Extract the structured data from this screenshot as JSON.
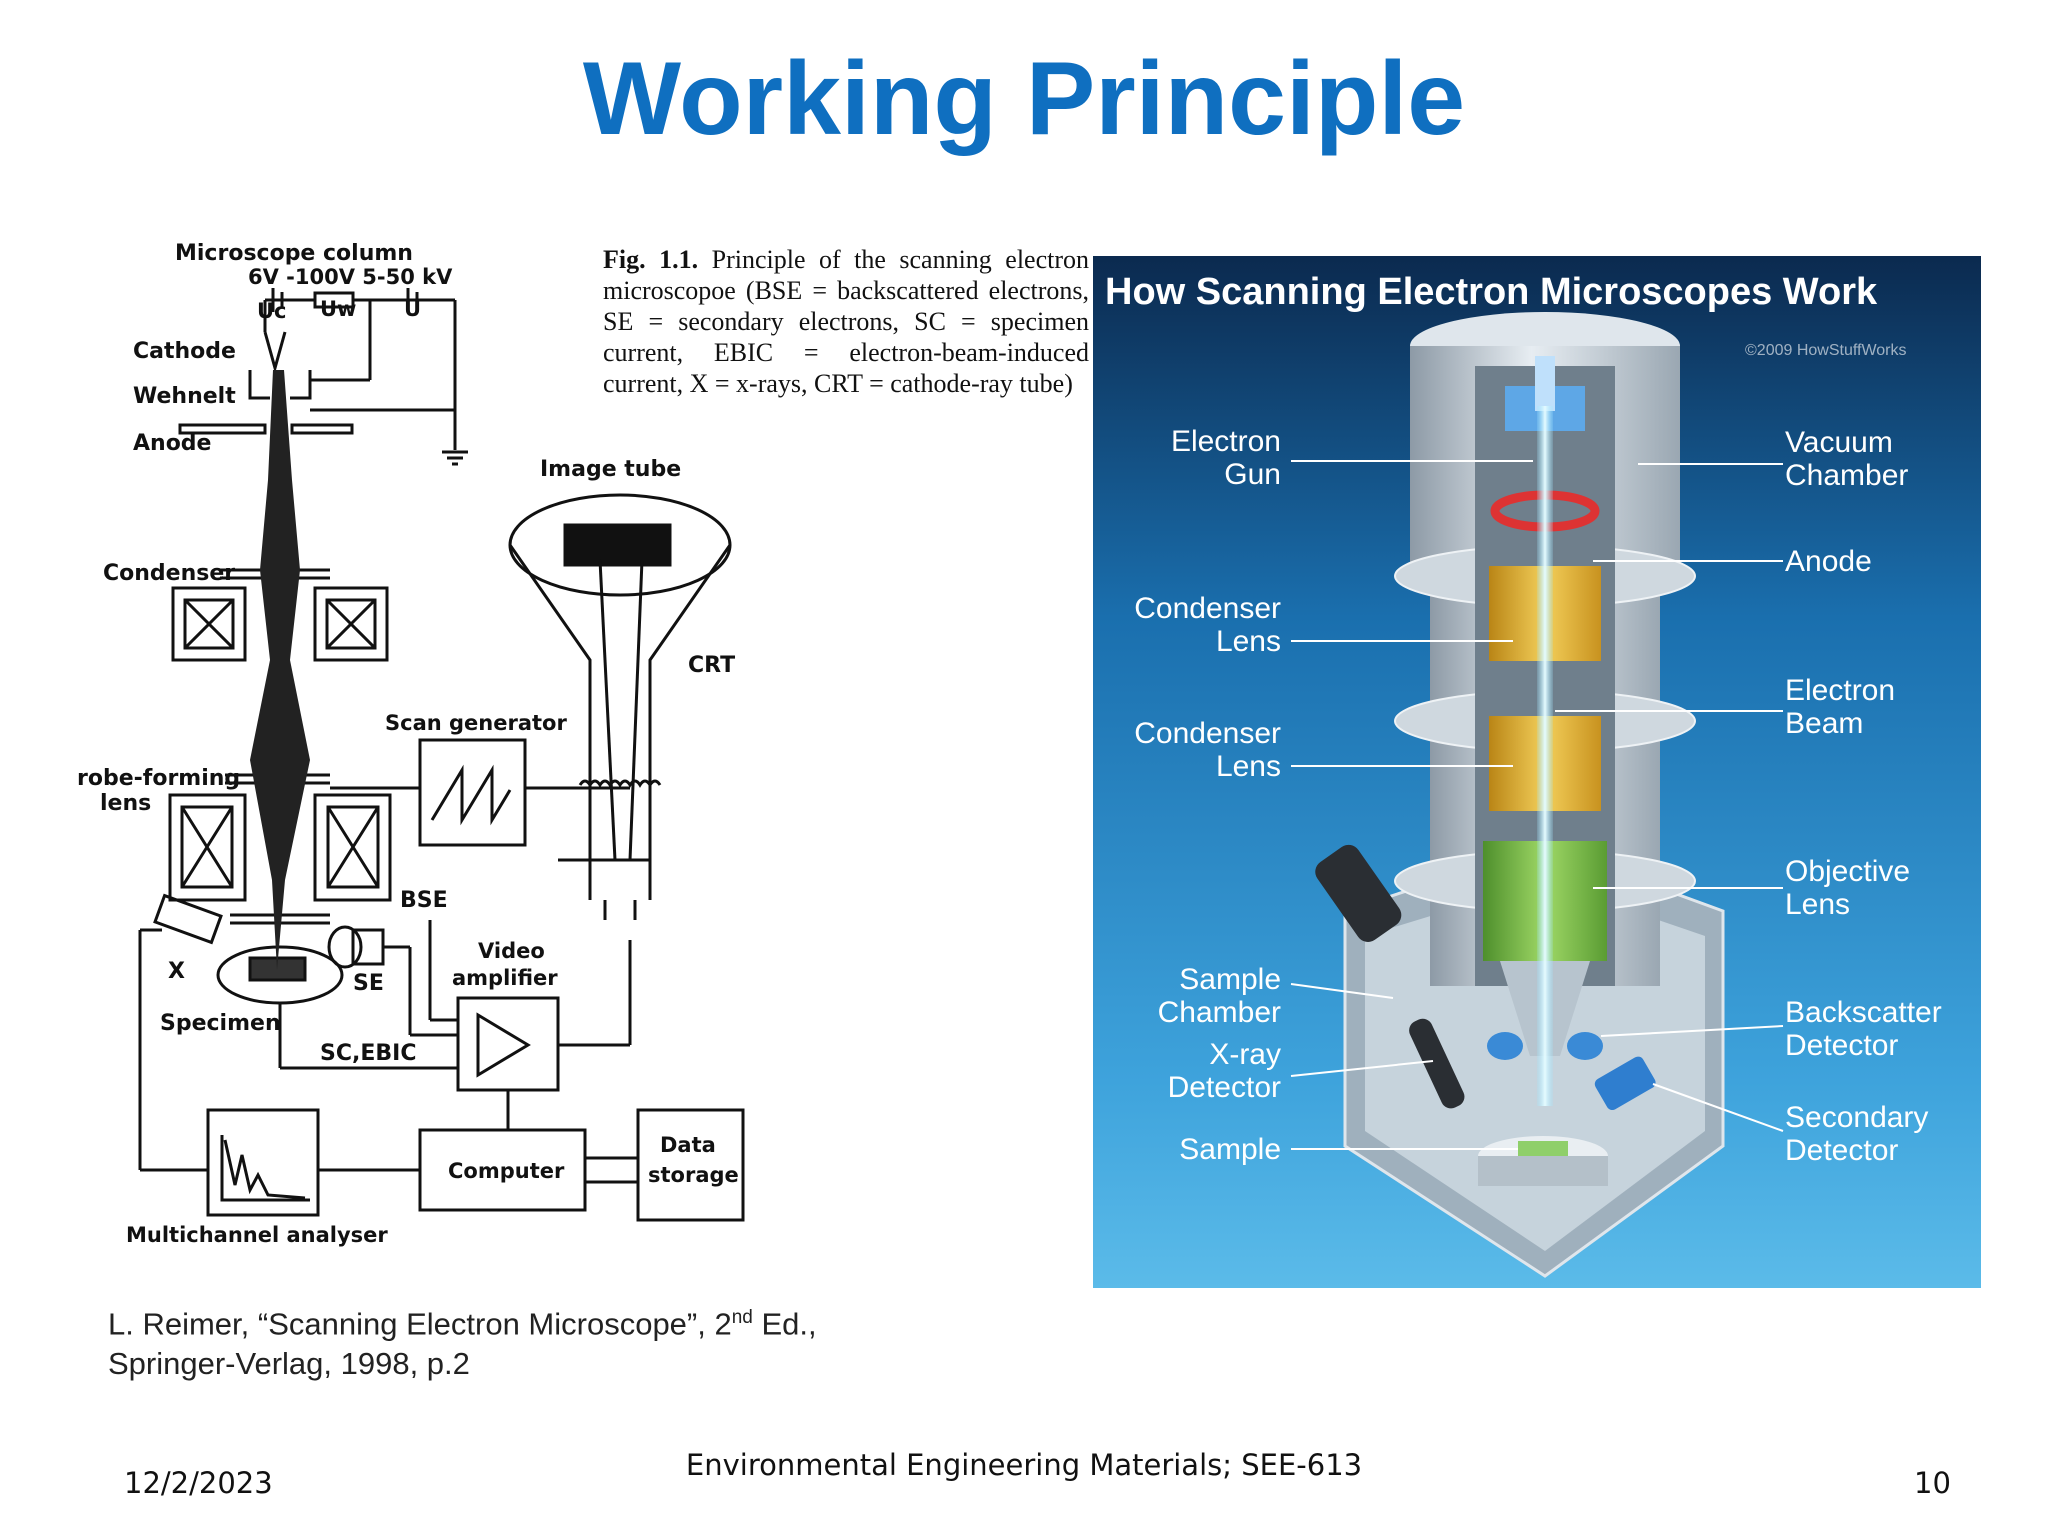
{
  "slide": {
    "title": "Working Principle",
    "footer_center": "Environmental Engineering Materials; SEE-613",
    "date": "12/2/2023",
    "page_number": "10"
  },
  "schematic": {
    "labels": {
      "microscope_column": "Microscope column",
      "voltages": "6V  -100V  5-50 kV",
      "uc": "Uc",
      "uw": "Uw",
      "u": "U",
      "cathode": "Cathode",
      "wehnelt": "Wehnelt",
      "anode": "Anode",
      "condenser": "Condenser",
      "probe_forming_lens_1": "robe-forming",
      "probe_forming_lens_2": "lens",
      "image_tube": "Image tube",
      "crt": "CRT",
      "scan_generator": "Scan generator",
      "bse": "BSE",
      "x": "X",
      "se": "SE",
      "specimen": "Specimen",
      "video_amplifier_1": "Video",
      "video_amplifier_2": "amplifier",
      "sc_ebic": "SC,EBIC",
      "computer": "Computer",
      "data_storage_1": "Data",
      "data_storage_2": "storage",
      "multichannel_analyser": "Multichannel analyser"
    },
    "caption_prefix": "Fig. 1.1.",
    "caption_text": "Principle of the scanning electron microscopoe (BSE = backscattered electrons, SE = secondary electrons, SC = specimen current, EBIC = electron-beam-induced current, X = x-rays, CRT = cathode-ray tube)"
  },
  "citation": {
    "line1_before_sup": "L. Reimer, “Scanning Electron Microscope”, 2",
    "line1_sup": "nd",
    "line1_after_sup": " Ed.,",
    "line2": "Springer-Verlag, 1998, p.2"
  },
  "panel": {
    "title": "How Scanning Electron Microscopes Work",
    "copyright": "©2009 HowStuffWorks",
    "colors": {
      "background_top": "#0b2a4f",
      "background_mid": "#1a78b8",
      "background_low": "#4fb0e4",
      "lens_yellow": "#e8b63a",
      "lens_green": "#7cc34a",
      "housing": "#c9d2da"
    },
    "left_labels": {
      "electron_gun_1": "Electron",
      "electron_gun_2": "Gun",
      "condenser_lens_a_1": "Condenser",
      "condenser_lens_a_2": "Lens",
      "condenser_lens_b_1": "Condenser",
      "condenser_lens_b_2": "Lens",
      "sample_chamber_1": "Sample",
      "sample_chamber_2": "Chamber",
      "xray_detector_1": "X-ray",
      "xray_detector_2": "Detector",
      "sample": "Sample"
    },
    "right_labels": {
      "vacuum_chamber_1": "Vacuum",
      "vacuum_chamber_2": "Chamber",
      "anode": "Anode",
      "electron_beam_1": "Electron",
      "electron_beam_2": "Beam",
      "objective_lens_1": "Objective",
      "objective_lens_2": "Lens",
      "backscatter_detector_1": "Backscatter",
      "backscatter_detector_2": "Detector",
      "secondary_detector_1": "Secondary",
      "secondary_detector_2": "Detector"
    }
  }
}
